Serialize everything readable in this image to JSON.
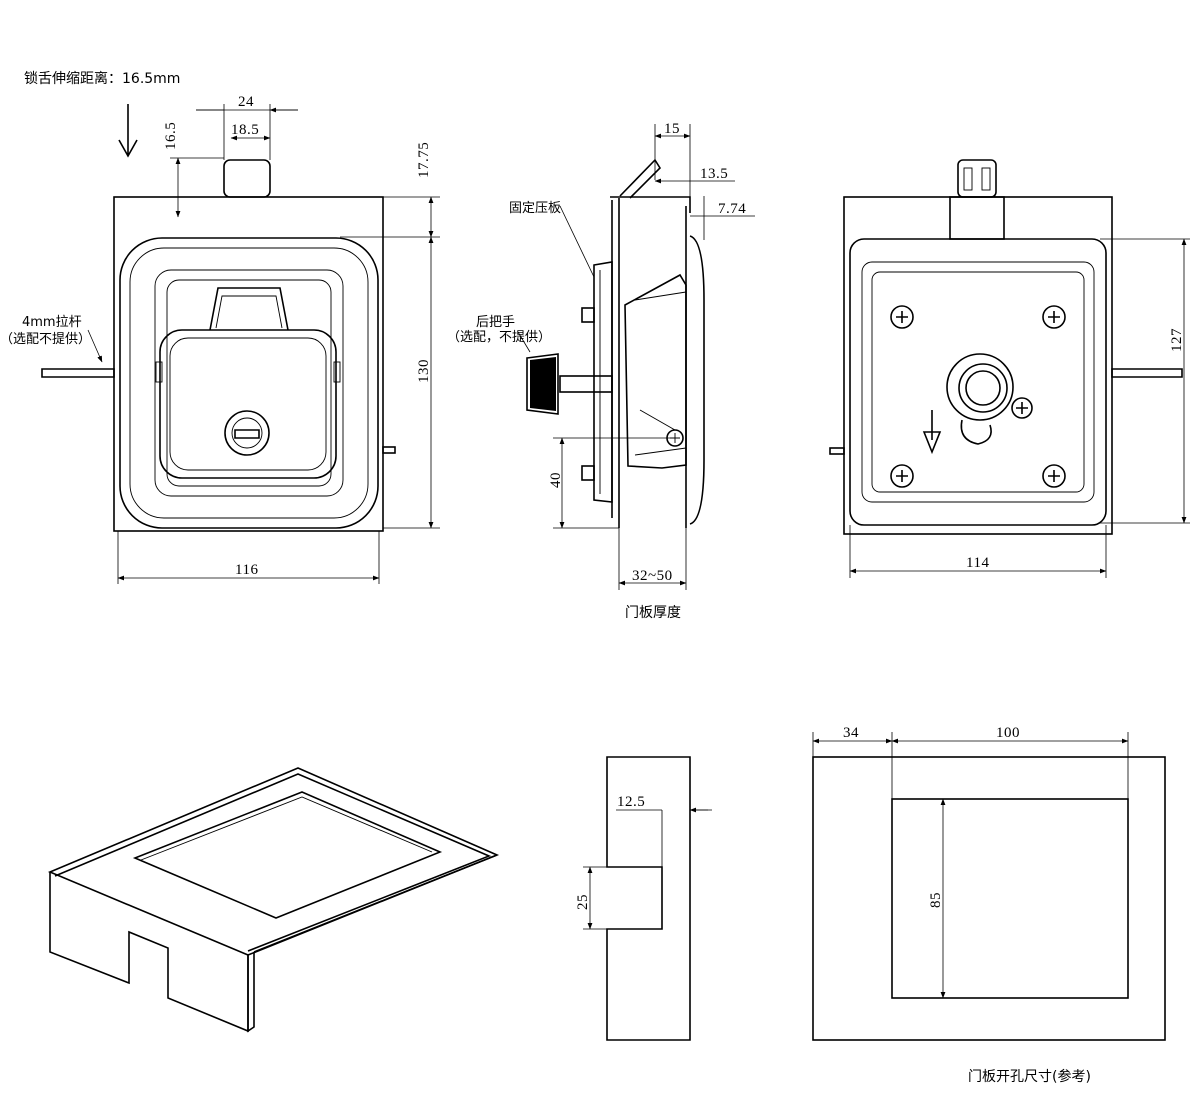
{
  "notes": {
    "tongue_travel": "锁舌伸缩距离：16.5mm",
    "fixing_plate": "固定压板",
    "rear_handle_1": "后把手",
    "rear_handle_2": "（选配，不提供）",
    "rod_1": "4mm拉杆",
    "rod_2": "（选配不提供）",
    "door_thickness": "门板厚度",
    "cutout_title": "门板开孔尺寸(参考)"
  },
  "dims": {
    "d24": "24",
    "d18_5": "18.5",
    "d16_5": "16.5",
    "d17_75": "17.75",
    "d130": "130",
    "d116": "116",
    "d15": "15",
    "d13_5": "13.5",
    "d7_74": "7.74",
    "d40": "40",
    "d32_50": "32~50",
    "d127": "127",
    "d114": "114",
    "d12_5": "12.5",
    "d25": "25",
    "d34": "34",
    "d100": "100",
    "d85": "85"
  }
}
